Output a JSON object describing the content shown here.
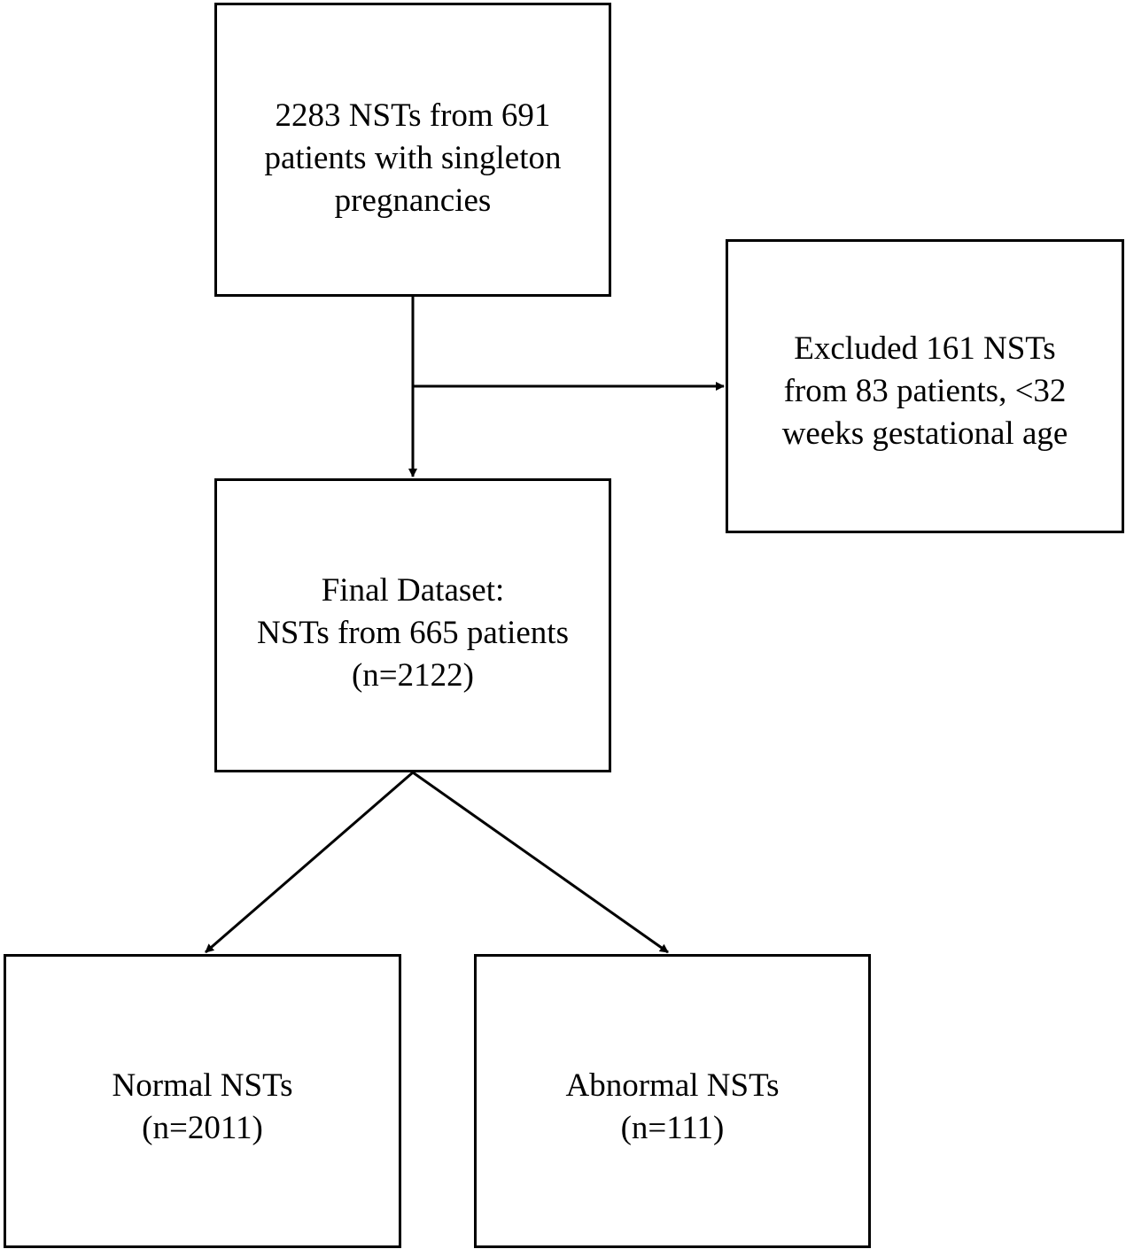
{
  "flowchart": {
    "source": {
      "lines": [
        "2283 NSTs from 691",
        "patients with singleton",
        "pregnancies"
      ]
    },
    "excluded": {
      "lines": [
        "Excluded 161 NSTs",
        "from 83 patients, <32",
        "weeks gestational age"
      ]
    },
    "final": {
      "lines": [
        "Final Dataset:",
        "NSTs from 665 patients",
        "(n=2122)"
      ]
    },
    "normal": {
      "lines": [
        "Normal NSTs",
        "(n=2011)"
      ]
    },
    "abnormal": {
      "lines": [
        "Abnormal NSTs",
        "(n=111)"
      ]
    }
  },
  "colors": {
    "stroke": "#000000",
    "background": "#ffffff"
  }
}
